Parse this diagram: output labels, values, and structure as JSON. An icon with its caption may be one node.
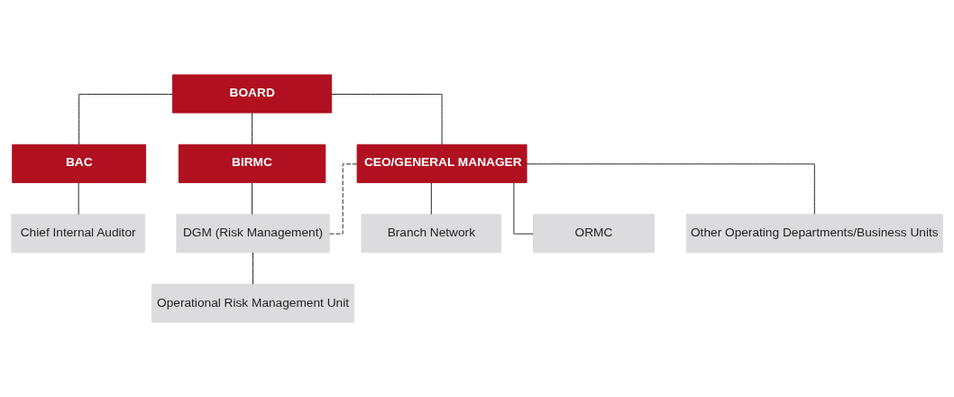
{
  "diagram": {
    "nodes": [
      {
        "text": [
          "BOARD"
        ]
      },
      {
        "text": [
          "BIRMC"
        ]
      },
      {
        "text": [
          "BAC"
        ]
      },
      {
        "text": [
          "CEO/GENERAL MANAGER"
        ]
      },
      {
        "text": [
          "ORMC"
        ]
      },
      {
        "text": [
          "DGM (Risk Management)"
        ]
      },
      {
        "text": [
          "Chief Internal Auditor"
        ]
      },
      {
        "text": [
          "Operational Risk Management Unit"
        ]
      },
      {
        "text": [
          "Other Operating Departments/Business Units"
        ]
      },
      {
        "text": [
          "Branch Network"
        ]
      }
    ],
    "edges": [
      {
        "from": 0,
        "to": 1,
        "arrow": "none"
      },
      {
        "from": 0,
        "to": 2,
        "arrow": "none"
      },
      {
        "from": 0,
        "to": 3,
        "arrow": "none"
      },
      {
        "from": 1,
        "to": 5,
        "arrow": "none"
      },
      {
        "from": 3,
        "to": 5,
        "arrow": "none",
        "style": "dashed"
      },
      {
        "from": 3,
        "to": 4,
        "arrow": "none"
      },
      {
        "from": 2,
        "to": 6,
        "arrow": "none"
      },
      {
        "from": 5,
        "to": 7,
        "arrow": "none"
      },
      {
        "from": 3,
        "to": 8,
        "arrow": "none"
      },
      {
        "from": 3,
        "to": 9,
        "arrow": "none"
      }
    ]
  }
}
